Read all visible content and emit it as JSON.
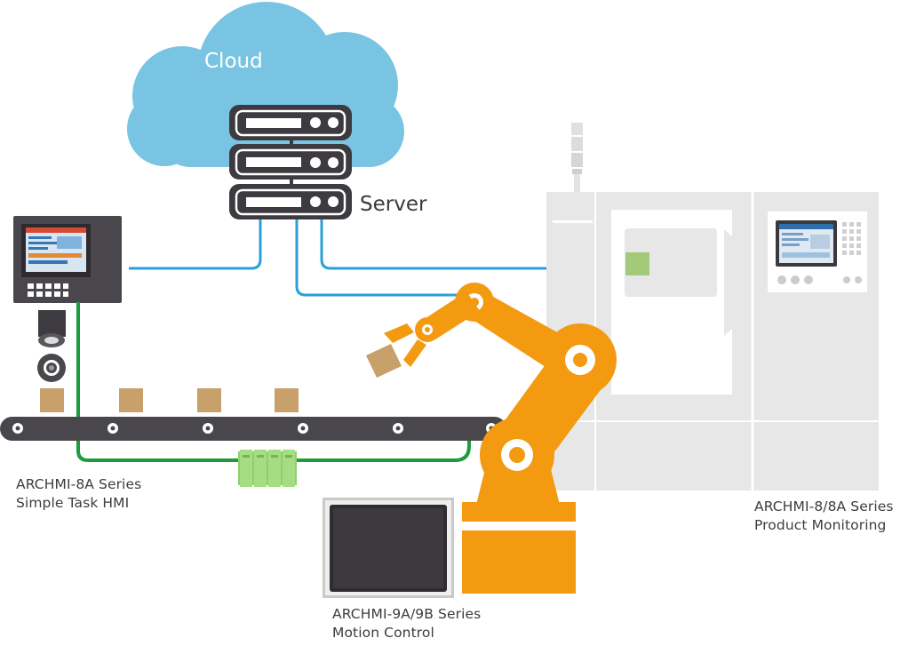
{
  "cloud": {
    "label": "Cloud",
    "color": "#79c4e2"
  },
  "server": {
    "label": "Server",
    "color": "#3d3b40"
  },
  "devices": [
    {
      "id": "simple-task-hmi",
      "series": "ARCHMI-8A Series",
      "role": "Simple Task HMI"
    },
    {
      "id": "product-monitoring",
      "series": "ARCHMI-8/8A Series",
      "role": "Product Monitoring"
    },
    {
      "id": "motion-control",
      "series": "ARCHMI-9A/9B Series",
      "role": "Motion Control"
    }
  ],
  "colors": {
    "network_line": "#2aa0d8",
    "fieldbus_line": "#1e9b3c",
    "robot": "#f39a10",
    "machine": "#e6e6e6",
    "conveyor": "#4a474c",
    "box": "#c8a06a",
    "io_module": "#8fd06c"
  }
}
